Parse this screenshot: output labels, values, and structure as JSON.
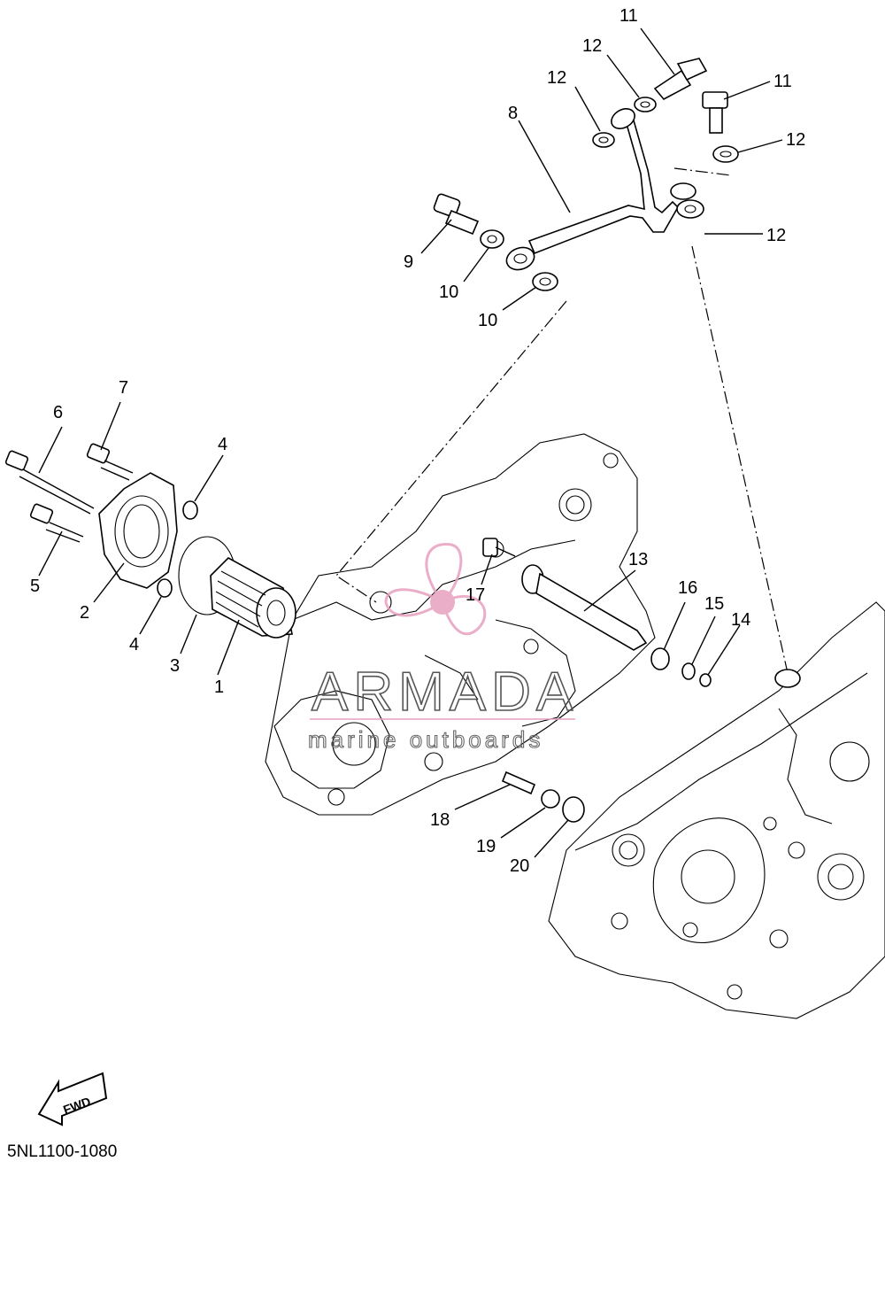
{
  "diagram": {
    "code": "5NL1100-1080",
    "fwd_label": "FWD",
    "watermark": {
      "title": "ARMADA",
      "subtitle": "marine outboards",
      "color": "#e8a0c0"
    },
    "callouts": [
      "11",
      "12",
      "12",
      "11",
      "12",
      "8",
      "12",
      "9",
      "10",
      "10",
      "7",
      "6",
      "4",
      "5",
      "2",
      "4",
      "3",
      "1",
      "13",
      "17",
      "16",
      "15",
      "14",
      "18",
      "19",
      "20"
    ]
  }
}
